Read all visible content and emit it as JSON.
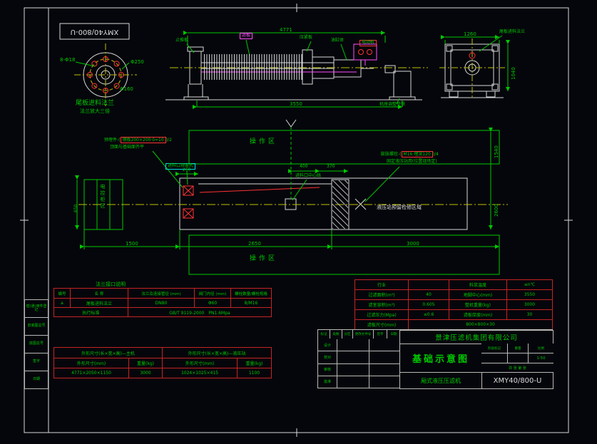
{
  "colors": {
    "background": "#05060b",
    "line_white": "#d8d8d8",
    "annotation_green": "#00c800",
    "value_cyan": "#00dede",
    "highlight_red": "#ff3333",
    "highlight_magenta": "#ff4cff",
    "centerline_yellow": "#bdbd00"
  },
  "page": {
    "rotated_drawing_number": "XMY40/800-U"
  },
  "flange_view": {
    "bolt_note": "8-Φ18",
    "outer_dia": "Φ250",
    "bolt_circle_dia": "Φ160",
    "title": "尾板进料法兰",
    "subtitle": "法兰放大三倍"
  },
  "side_view": {
    "callout_thrust_plate": "止推板",
    "callout_filter_plate": "滤板",
    "callout_press_plate": "压紧板",
    "callout_cylinder": "油缸体",
    "callout_motor": "电动机",
    "callout_shim": "机座调整垫铁",
    "dim_overall": "4771",
    "dim_anchor_span": "3550"
  },
  "end_view": {
    "dim_width": "1260",
    "dim_height": "1040",
    "callout_flange": "尾板进料法兰"
  },
  "plan_view": {
    "zone_top": "操作区",
    "zone_bottom": "操作区",
    "left_block_label": "电控柜区",
    "note_left": {
      "pre": "预埋件-(",
      "boxed": "钢板200×200·δ=10",
      "post": ")/2",
      "line2": "顶面与基础面齐平"
    },
    "note_feed": "进料口预留孔",
    "note_center": "进料口中心线",
    "note_right": {
      "pre": "膨胀螺栓-(",
      "boxed": "M16·埋深120",
      "post": ")/4",
      "line2": "固定液压站用(位置现场定)"
    },
    "area_note": "液压站预留检修区域",
    "dims": {
      "d260": "260",
      "d400": "400",
      "d370": "370",
      "d650": "650",
      "d1500": "1500",
      "d2650": "2650",
      "d3000": "3000",
      "d1540": "1540",
      "d2600": "2600"
    }
  },
  "flange_table": {
    "caption": "法兰接口说明",
    "headers": [
      "编号",
      "名 称",
      "法兰及连接管径 (mm)",
      "阀门内径 (mm)",
      "螺栓数量/螺栓规格"
    ],
    "row": [
      "a",
      "尾板进料法兰",
      "DN80",
      "Φ60",
      "8/M16"
    ],
    "standard_label": "执行标准",
    "standard_value": "GB/T 9119-2000　PN1.6Mpa"
  },
  "size_table": {
    "header_main": "外形尺寸(长×宽×高)—主机",
    "header_aux": "外形尺寸(长×宽×高)—液压站",
    "labels": [
      "外形尺寸(mm)",
      "重量(kg)",
      "外形尺寸(mm)",
      "重量(kg)"
    ],
    "values": [
      "4771×2050×1150",
      "3000",
      "1024×1025×415",
      "1100"
    ]
  },
  "param_table": {
    "rows": [
      [
        "行业",
        "",
        "料浆温度",
        "≤n℃"
      ],
      [
        "过滤面积(m²)",
        "40",
        "地脚中心(mm)",
        "3550"
      ],
      [
        "滤室容积(m³)",
        "0.605",
        "整机重量(kg)",
        "3000"
      ],
      [
        "过滤压力(Mpa)",
        "≤0.6",
        "滤板厚度(mm)",
        "30"
      ],
      [
        "滤板尺寸(mm)",
        "800×800×30",
        "",
        ""
      ]
    ]
  },
  "title_block": {
    "company": "景津压滤机集团有限公司",
    "drawing_title": "基础示意图",
    "product_name": "厢式液压压滤机",
    "model": "XMY40/800-U",
    "rev_headers": [
      "标记",
      "处数",
      "分区",
      "更改文件号",
      "签字",
      "日期"
    ],
    "sign_labels": [
      "设计",
      "校对",
      "审核",
      "批准"
    ],
    "stage_label": "阶段标记",
    "weight_label": "重量",
    "scale_label": "比例",
    "scale_value": "1:50",
    "sheet_note": "共 张 第 张"
  },
  "margin_strip": {
    "cells": [
      "借(通)用件登记",
      "旧底图总号",
      "底图总号",
      "签字",
      "日期"
    ]
  }
}
